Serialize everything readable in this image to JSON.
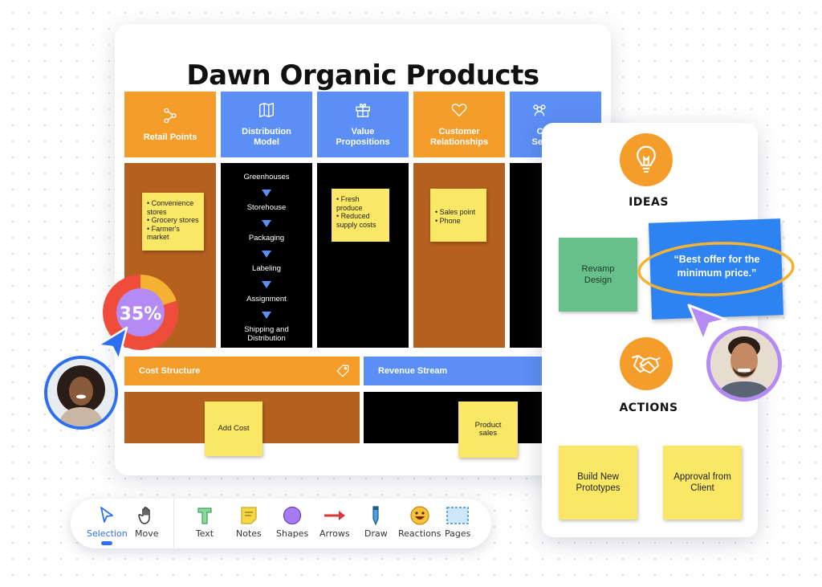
{
  "board": {
    "title": "Dawn Organic Products",
    "headers": [
      {
        "label": "Retail Points",
        "icon": "share-nodes-icon"
      },
      {
        "label": "Distribution Model",
        "icon": "map-icon"
      },
      {
        "label": "Value Propositions",
        "icon": "gift-icon"
      },
      {
        "label": "Customer Relationships",
        "icon": "heart-icon"
      },
      {
        "label": "Cu Segn",
        "icon": "people-icon"
      }
    ],
    "retail_note": [
      "Convenience stores",
      "Grocery stores",
      "Farmer's market"
    ],
    "distribution_steps": [
      "Greenhouses",
      "Storehouse",
      "Packaging",
      "Labeling",
      "Assignment",
      "Shipping and Distribution"
    ],
    "value_note": [
      "Fresh produce",
      "Reduced supply costs"
    ],
    "customer_note": [
      "Sales point",
      "Phone"
    ],
    "cost_structure": "Cost Structure",
    "revenue_stream": "Revenue Stream",
    "add_cost_note": "Add Cost",
    "product_sales_note": "Product sales"
  },
  "progress": {
    "label": "35%",
    "value": 0.35,
    "colors": {
      "fill": "#f5b132",
      "ring": "#f04c3c",
      "center": "#b48af5"
    }
  },
  "panel": {
    "ideas_title": "IDEAS",
    "actions_title": "ACTIONS",
    "revamp_note": "Revamp Design",
    "quote_note": "“Best offer for the minimum price.”",
    "build_note": "Build New Prototypes",
    "approval_note": "Approval from Client"
  },
  "toolbar": {
    "tools": [
      {
        "label": "Selection",
        "icon": "cursor-icon"
      },
      {
        "label": "Move",
        "icon": "hand-icon"
      },
      {
        "label": "Text",
        "icon": "text-t-icon"
      },
      {
        "label": "Notes",
        "icon": "sticky-note-icon"
      },
      {
        "label": "Shapes",
        "icon": "circle-shape-icon"
      },
      {
        "label": "Arrows",
        "icon": "arrow-icon"
      },
      {
        "label": "Draw",
        "icon": "pen-icon"
      },
      {
        "label": "Reactions",
        "icon": "emoji-icon"
      },
      {
        "label": "Pages",
        "icon": "pages-icon"
      }
    ]
  },
  "colors": {
    "orange": "#f59d2b",
    "blue": "#5b8ff5",
    "brown": "#b5601e",
    "sticky": "#fbe766",
    "accent": "#2d6ff0"
  }
}
